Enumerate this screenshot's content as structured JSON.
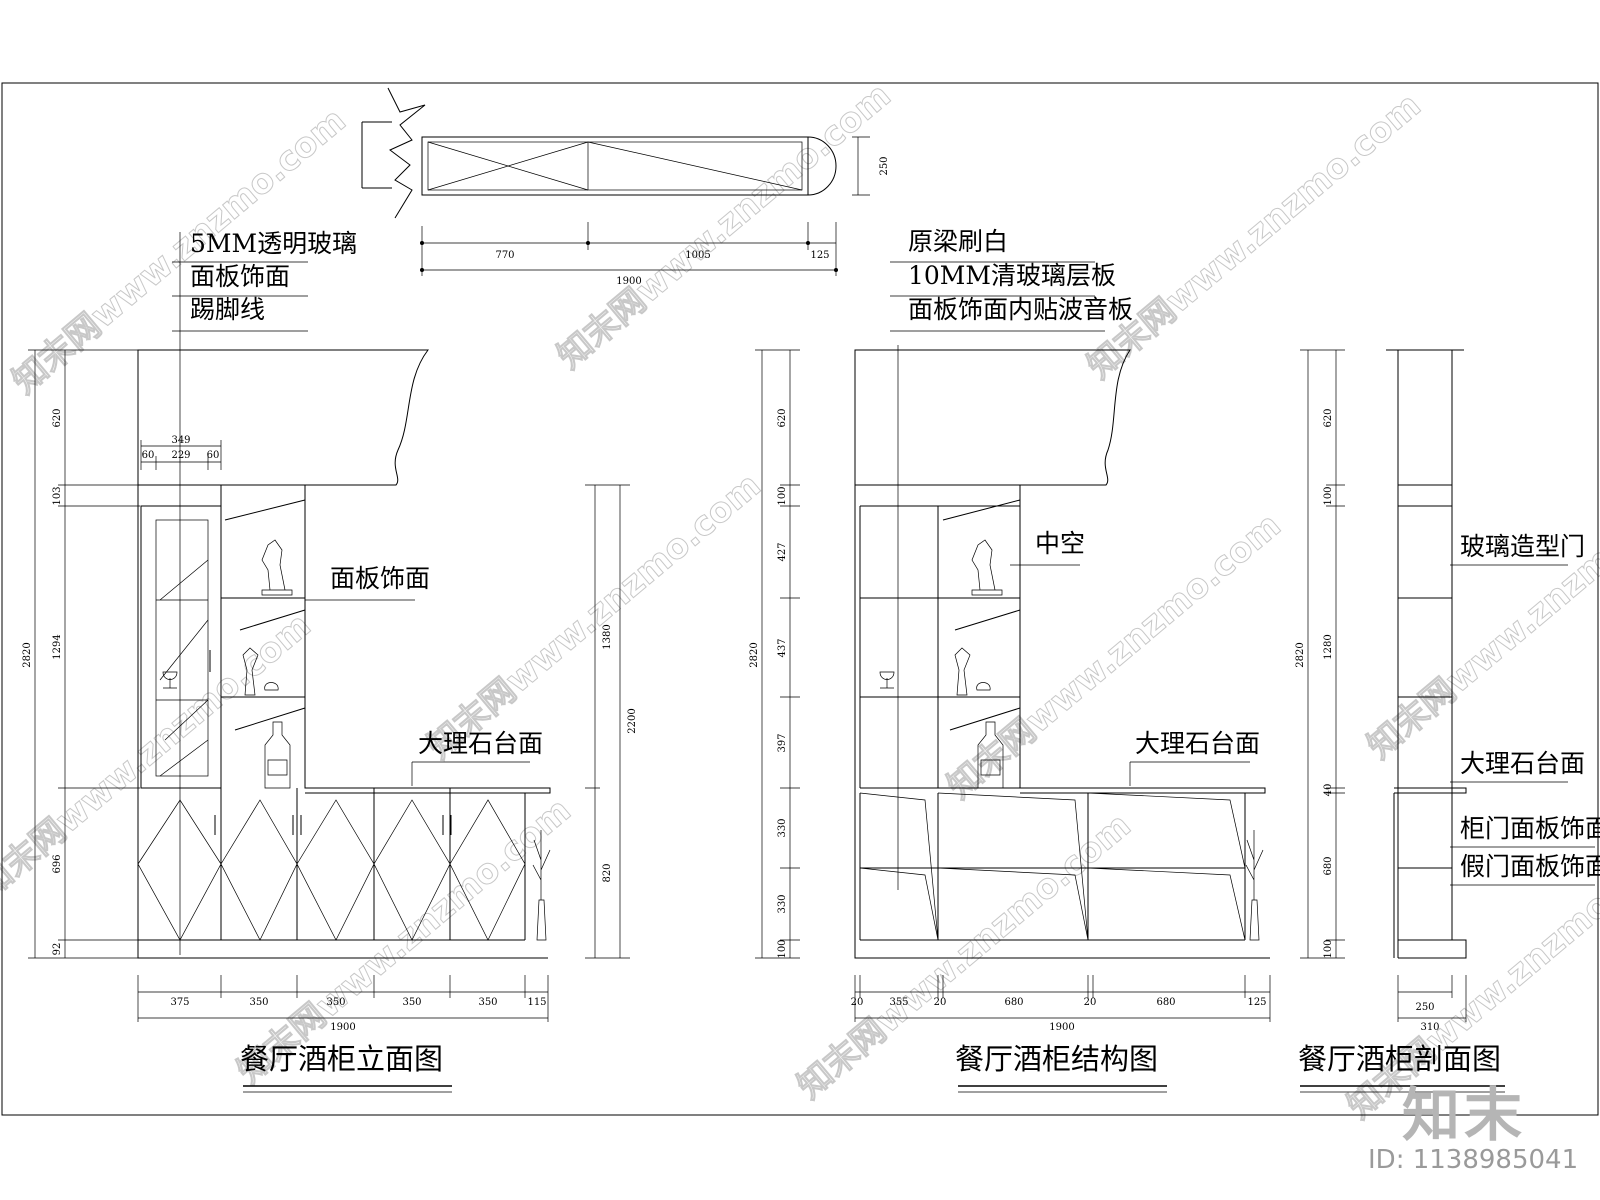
{
  "watermark": {
    "text": "知末网www.znzmo.com"
  },
  "brand": {
    "logo": "知末",
    "id_label": "ID: 1138985041"
  },
  "plan": {
    "dims": [
      "250",
      "770",
      "1005",
      "125",
      "1900"
    ]
  },
  "elevation": {
    "title": "餐厅酒柜立面图",
    "labels": [
      "5MM透明玻璃",
      "面板饰面",
      "踢脚线"
    ],
    "shelf_label": "面板饰面",
    "counter_label": "大理石台面",
    "left_dims": [
      "2820",
      "620",
      "103",
      "1294",
      "696",
      "92"
    ],
    "right_dims": [
      "1380",
      "2200",
      "820"
    ],
    "door_dims": [
      "349",
      "60",
      "229",
      "60"
    ],
    "bottom_dims": [
      "375",
      "350",
      "350",
      "350",
      "350",
      "115"
    ],
    "total": "1900"
  },
  "structure": {
    "title": "餐厅酒柜结构图",
    "labels": [
      "原梁刷白",
      "10MM清玻璃层板",
      "面板饰面内贴波音板"
    ],
    "hollow_label": "中空",
    "counter_label": "大理石台面",
    "left_dims": [
      "2820",
      "620",
      "100",
      "427",
      "437",
      "397",
      "330",
      "330",
      "100"
    ],
    "bottom_dims": [
      "20",
      "355",
      "20",
      "680",
      "20",
      "680",
      "125"
    ],
    "total": "1900"
  },
  "section": {
    "title": "餐厅酒柜剖面图",
    "labels": [
      "玻璃造型门",
      "大理石台面",
      "柜门面板饰面",
      "假门面板饰面"
    ],
    "left_dims": [
      "2820",
      "620",
      "100",
      "1280",
      "40",
      "680",
      "100"
    ],
    "bottom_dims": [
      "250",
      "310"
    ]
  }
}
